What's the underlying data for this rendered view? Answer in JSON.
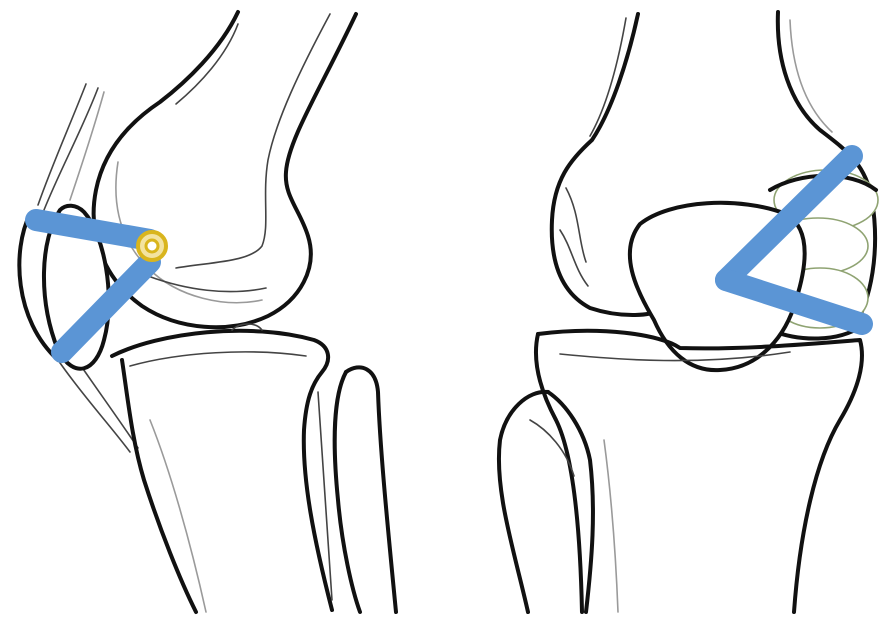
{
  "colors": {
    "bone_outline": "#111111",
    "graft_reconstruction": "#5b95d5",
    "femoral_fixation_ring": "#d9b51d",
    "cartilage_outline": "#8fa372",
    "background": "#ffffff"
  },
  "views": [
    {
      "id": "left-knee-view",
      "icons": [
        "femur-icon",
        "patella-icon",
        "tibia-icon",
        "fibula-icon"
      ],
      "annotations": [
        "graft-limb-upper",
        "graft-limb-lower",
        "fixation-ring-icon"
      ]
    },
    {
      "id": "right-knee-view",
      "icons": [
        "femur-icon",
        "patella-icon",
        "tibia-icon",
        "fibula-icon"
      ],
      "annotations": [
        "graft-limb-upper",
        "graft-limb-lower"
      ]
    }
  ]
}
